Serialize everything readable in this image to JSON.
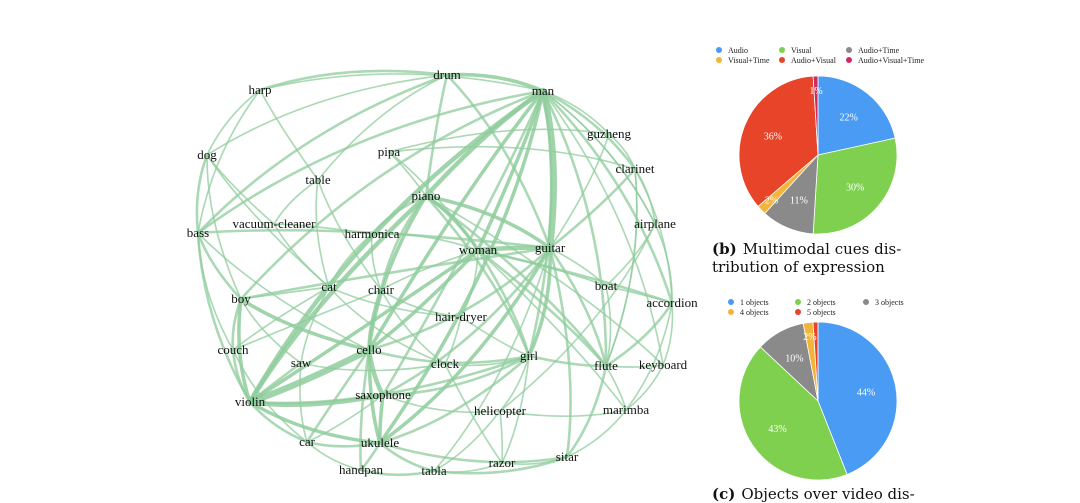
{
  "network": {
    "nodes": [
      {
        "id": "harp",
        "label": "harp"
      },
      {
        "id": "drum",
        "label": "drum"
      },
      {
        "id": "man",
        "label": "man"
      },
      {
        "id": "guzheng",
        "label": "guzheng"
      },
      {
        "id": "dog",
        "label": "dog"
      },
      {
        "id": "pipa",
        "label": "pipa"
      },
      {
        "id": "clarinet",
        "label": "clarinet"
      },
      {
        "id": "table",
        "label": "table"
      },
      {
        "id": "piano",
        "label": "piano"
      },
      {
        "id": "bass",
        "label": "bass"
      },
      {
        "id": "vacuum-cleaner",
        "label": "vacuum-cleaner"
      },
      {
        "id": "airplane",
        "label": "airplane"
      },
      {
        "id": "harmonica",
        "label": "harmonica"
      },
      {
        "id": "woman",
        "label": "woman"
      },
      {
        "id": "guitar",
        "label": "guitar"
      },
      {
        "id": "cat",
        "label": "cat"
      },
      {
        "id": "chair",
        "label": "chair"
      },
      {
        "id": "boat",
        "label": "boat"
      },
      {
        "id": "boy",
        "label": "boy"
      },
      {
        "id": "accordion",
        "label": "accordion"
      },
      {
        "id": "hair-dryer",
        "label": "hair-dryer"
      },
      {
        "id": "couch",
        "label": "couch"
      },
      {
        "id": "cello",
        "label": "cello"
      },
      {
        "id": "saw",
        "label": "saw"
      },
      {
        "id": "clock",
        "label": "clock"
      },
      {
        "id": "girl",
        "label": "girl"
      },
      {
        "id": "flute",
        "label": "flute"
      },
      {
        "id": "keyboard",
        "label": "keyboard"
      },
      {
        "id": "violin",
        "label": "violin"
      },
      {
        "id": "saxophone",
        "label": "saxophone"
      },
      {
        "id": "marimba",
        "label": "marimba"
      },
      {
        "id": "helicopter",
        "label": "helicopter"
      },
      {
        "id": "car",
        "label": "car"
      },
      {
        "id": "ukulele",
        "label": "ukulele"
      },
      {
        "id": "handpan",
        "label": "handpan"
      },
      {
        "id": "tabla",
        "label": "tabla"
      },
      {
        "id": "razor",
        "label": "razor"
      },
      {
        "id": "sitar",
        "label": "sitar"
      }
    ],
    "edges": [
      [
        "man",
        "guitar",
        6
      ],
      [
        "man",
        "piano",
        4
      ],
      [
        "man",
        "violin",
        4
      ],
      [
        "man",
        "cello",
        3
      ],
      [
        "man",
        "woman",
        3
      ],
      [
        "man",
        "drum",
        3
      ],
      [
        "man",
        "saxophone",
        2
      ],
      [
        "man",
        "girl",
        2
      ],
      [
        "man",
        "flute",
        2
      ],
      [
        "man",
        "ukulele",
        3
      ],
      [
        "man",
        "accordion",
        2
      ],
      [
        "man",
        "bass",
        2
      ],
      [
        "man",
        "boy",
        2
      ],
      [
        "man",
        "clarinet",
        2
      ],
      [
        "man",
        "harp",
        1
      ],
      [
        "man",
        "guzheng",
        1
      ],
      [
        "man",
        "keyboard",
        1
      ],
      [
        "man",
        "airplane",
        1
      ],
      [
        "drum",
        "harp",
        2
      ],
      [
        "drum",
        "piano",
        2
      ],
      [
        "drum",
        "guitar",
        2
      ],
      [
        "drum",
        "bass",
        2
      ],
      [
        "drum",
        "dog",
        1
      ],
      [
        "drum",
        "table",
        1
      ],
      [
        "violin",
        "cello",
        6
      ],
      [
        "violin",
        "saxophone",
        4
      ],
      [
        "violin",
        "piano",
        4
      ],
      [
        "violin",
        "boy",
        3
      ],
      [
        "violin",
        "ukulele",
        3
      ],
      [
        "violin",
        "woman",
        3
      ],
      [
        "violin",
        "girl",
        2
      ],
      [
        "violin",
        "car",
        2
      ],
      [
        "violin",
        "saw",
        2
      ],
      [
        "violin",
        "couch",
        2
      ],
      [
        "cello",
        "saxophone",
        4
      ],
      [
        "cello",
        "piano",
        3
      ],
      [
        "cello",
        "woman",
        3
      ],
      [
        "cello",
        "boy",
        3
      ],
      [
        "cello",
        "ukulele",
        3
      ],
      [
        "cello",
        "chair",
        3
      ],
      [
        "cello",
        "guitar",
        2
      ],
      [
        "cello",
        "girl",
        2
      ],
      [
        "cello",
        "car",
        2
      ],
      [
        "cello",
        "handpan",
        2
      ],
      [
        "piano",
        "woman",
        3
      ],
      [
        "piano",
        "guitar",
        3
      ],
      [
        "piano",
        "harmonica",
        2
      ],
      [
        "piano",
        "chair",
        2
      ],
      [
        "piano",
        "girl",
        2
      ],
      [
        "piano",
        "flute",
        2
      ],
      [
        "woman",
        "guitar",
        4
      ],
      [
        "woman",
        "girl",
        2
      ],
      [
        "woman",
        "flute",
        2
      ],
      [
        "woman",
        "accordion",
        2
      ],
      [
        "guitar",
        "girl",
        3
      ],
      [
        "guitar",
        "ukulele",
        3
      ],
      [
        "guitar",
        "boy",
        2
      ],
      [
        "guitar",
        "flute",
        2
      ],
      [
        "guitar",
        "saxophone",
        2
      ],
      [
        "guitar",
        "clarinet",
        2
      ],
      [
        "guitar",
        "bass",
        2
      ],
      [
        "boy",
        "bass",
        2
      ],
      [
        "boy",
        "couch",
        2
      ],
      [
        "boy",
        "saw",
        1
      ],
      [
        "boy",
        "cat",
        1
      ],
      [
        "saxophone",
        "ukulele",
        3
      ],
      [
        "saxophone",
        "girl",
        2
      ],
      [
        "saxophone",
        "helicopter",
        1
      ],
      [
        "ukulele",
        "handpan",
        2
      ],
      [
        "ukulele",
        "tabla",
        2
      ],
      [
        "ukulele",
        "girl",
        2
      ],
      [
        "ukulele",
        "sitar",
        2
      ],
      [
        "ukulele",
        "car",
        2
      ],
      [
        "girl",
        "flute",
        2
      ],
      [
        "girl",
        "helicopter",
        1
      ],
      [
        "girl",
        "clock",
        1
      ],
      [
        "flute",
        "accordion",
        2
      ],
      [
        "flute",
        "keyboard",
        1
      ],
      [
        "flute",
        "marimba",
        1
      ],
      [
        "flute",
        "clarinet",
        1
      ],
      [
        "handpan",
        "tabla",
        2
      ],
      [
        "tabla",
        "sitar",
        2
      ],
      [
        "sitar",
        "razor",
        1
      ],
      [
        "sitar",
        "flute",
        2
      ],
      [
        "sitar",
        "guitar",
        2
      ],
      [
        "harp",
        "dog",
        1
      ],
      [
        "harp",
        "table",
        1
      ],
      [
        "harp",
        "bass",
        1
      ],
      [
        "dog",
        "bass",
        2
      ],
      [
        "dog",
        "boy",
        1
      ],
      [
        "dog",
        "vacuum-cleaner",
        1
      ],
      [
        "dog",
        "cat",
        1
      ],
      [
        "table",
        "chair",
        1
      ],
      [
        "table",
        "cat",
        1
      ],
      [
        "table",
        "vacuum-cleaner",
        1
      ],
      [
        "pipa",
        "guzheng",
        1
      ],
      [
        "pipa",
        "piano",
        1
      ],
      [
        "pipa",
        "woman",
        1
      ],
      [
        "pipa",
        "clarinet",
        1
      ],
      [
        "guzheng",
        "guitar",
        1
      ],
      [
        "guzheng",
        "clarinet",
        1
      ],
      [
        "clarinet",
        "airplane",
        1
      ],
      [
        "clarinet",
        "accordion",
        1
      ],
      [
        "clarinet",
        "flute",
        1
      ],
      [
        "airplane",
        "boat",
        1
      ],
      [
        "airplane",
        "helicopter",
        1
      ],
      [
        "airplane",
        "accordion",
        1
      ],
      [
        "boat",
        "accordion",
        1
      ],
      [
        "boat",
        "flute",
        1
      ],
      [
        "boat",
        "guitar",
        1
      ],
      [
        "accordion",
        "keyboard",
        1
      ],
      [
        "accordion",
        "marimba",
        1
      ],
      [
        "keyboard",
        "marimba",
        1
      ],
      [
        "marimba",
        "helicopter",
        1
      ],
      [
        "marimba",
        "sitar",
        1
      ],
      [
        "hair-dryer",
        "chair",
        1
      ],
      [
        "hair-dryer",
        "cat",
        1
      ],
      [
        "hair-dryer",
        "clock",
        1
      ],
      [
        "hair-dryer",
        "girl",
        1
      ],
      [
        "hair-dryer",
        "woman",
        1
      ],
      [
        "clock",
        "cat",
        1
      ],
      [
        "clock",
        "chair",
        1
      ],
      [
        "clock",
        "saw",
        1
      ],
      [
        "clock",
        "razor",
        1
      ],
      [
        "saw",
        "cat",
        1
      ],
      [
        "saw",
        "car",
        1
      ],
      [
        "couch",
        "cat",
        1
      ],
      [
        "couch",
        "chair",
        1
      ],
      [
        "couch",
        "car",
        1
      ],
      [
        "car",
        "handpan",
        1
      ],
      [
        "car",
        "saxophone",
        1
      ],
      [
        "helicopter",
        "razor",
        1
      ],
      [
        "helicopter",
        "tabla",
        1
      ],
      [
        "razor",
        "tabla",
        1
      ],
      [
        "vacuum-cleaner",
        "harmonica",
        1
      ],
      [
        "vacuum-cleaner",
        "cat",
        1
      ],
      [
        "harmonica",
        "woman",
        1
      ],
      [
        "harmonica",
        "chair",
        1
      ],
      [
        "harmonica",
        "cat",
        1
      ],
      [
        "bass",
        "couch",
        1
      ],
      [
        "bass",
        "violin",
        2
      ],
      [
        "bass",
        "cello",
        1
      ],
      [
        "keyboard",
        "piano",
        1
      ],
      [
        "marimba",
        "woman",
        1
      ],
      [
        "tabla",
        "guitar",
        1
      ],
      [
        "razor",
        "girl",
        1
      ],
      [
        "boat",
        "woman",
        1
      ],
      [
        "airplane",
        "man",
        1
      ],
      [
        "chair",
        "woman",
        1
      ]
    ]
  },
  "chart_data": [
    {
      "type": "pie",
      "legend": [
        {
          "name": "Audio",
          "color": "#4a9bf4"
        },
        {
          "name": "Visual",
          "color": "#7fd04f"
        },
        {
          "name": "Audio+Time",
          "color": "#8a8a8a"
        },
        {
          "name": "Visual+Time",
          "color": "#f3b43a"
        },
        {
          "name": "Audio+Visual",
          "color": "#e8442a"
        },
        {
          "name": "Audio+Visual+Time",
          "color": "#cf2b5c"
        }
      ],
      "slices": [
        {
          "name": "Audio",
          "value": 22,
          "label": "22%",
          "color": "#4a9bf4"
        },
        {
          "name": "Visual",
          "value": 30,
          "label": "30%",
          "color": "#7fd04f"
        },
        {
          "name": "Audio+Time",
          "value": 11,
          "label": "11%",
          "color": "#8a8a8a"
        },
        {
          "name": "Visual+Time",
          "value": 2,
          "label": "2%",
          "color": "#f3b43a"
        },
        {
          "name": "Audio+Visual",
          "value": 36,
          "label": "36%",
          "color": "#e8442a"
        },
        {
          "name": "Audio+Visual+Time",
          "value": 1,
          "label": "1%",
          "color": "#cf2b5c"
        }
      ],
      "caption_label": "(b)",
      "caption_lines": [
        "Multimodal cues dis-",
        "tribution of expression"
      ]
    },
    {
      "type": "pie",
      "legend": [
        {
          "name": "1 objects",
          "color": "#4a9bf4"
        },
        {
          "name": "2 objects",
          "color": "#7fd04f"
        },
        {
          "name": "3 objects",
          "color": "#8a8a8a"
        },
        {
          "name": "4 objects",
          "color": "#f3b43a"
        },
        {
          "name": "5 objects",
          "color": "#e8442a"
        }
      ],
      "slices": [
        {
          "name": "1 objects",
          "value": 44,
          "label": "44%",
          "color": "#4a9bf4"
        },
        {
          "name": "2 objects",
          "value": 43,
          "label": "43%",
          "color": "#7fd04f"
        },
        {
          "name": "3 objects",
          "value": 10,
          "label": "10%",
          "color": "#8a8a8a"
        },
        {
          "name": "4 objects",
          "value": 2,
          "label": "2%",
          "color": "#f3b43a"
        },
        {
          "name": "5 objects",
          "value": 1,
          "label": "",
          "color": "#e8442a"
        }
      ],
      "caption_label": "(c)",
      "caption_lines": [
        "Objects over video dis-"
      ]
    }
  ]
}
